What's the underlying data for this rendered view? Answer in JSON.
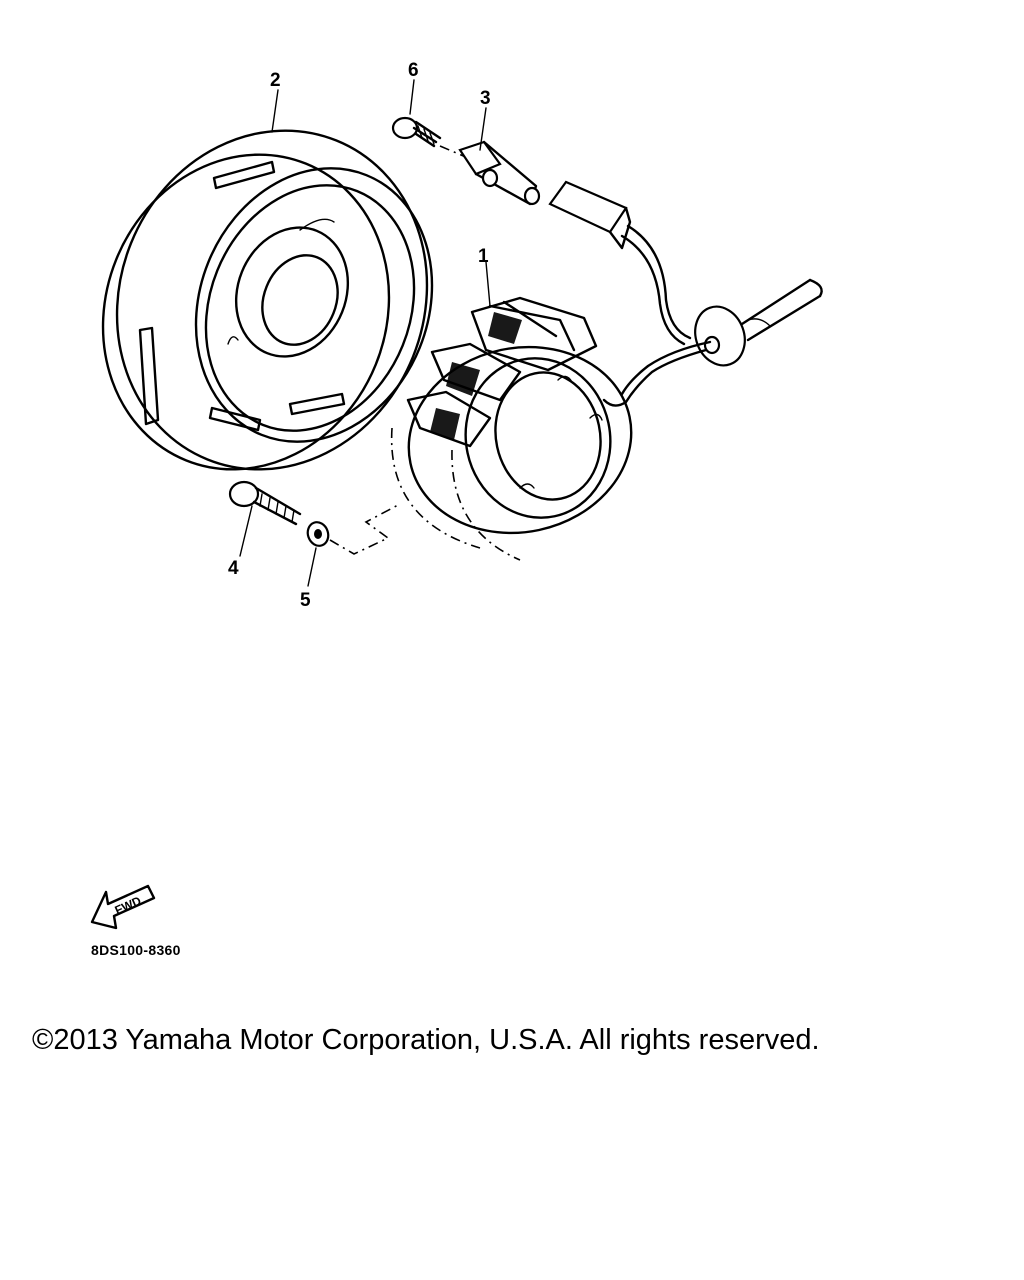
{
  "callouts": {
    "stator": "1",
    "rotor": "2",
    "pickup": "3",
    "bolt": "4",
    "washer": "5",
    "screw": "6"
  },
  "fwd_label": "FWD",
  "part_code": "8DS100-8360",
  "copyright": "©2013 Yamaha Motor Corporation, U.S.A. All rights reserved."
}
